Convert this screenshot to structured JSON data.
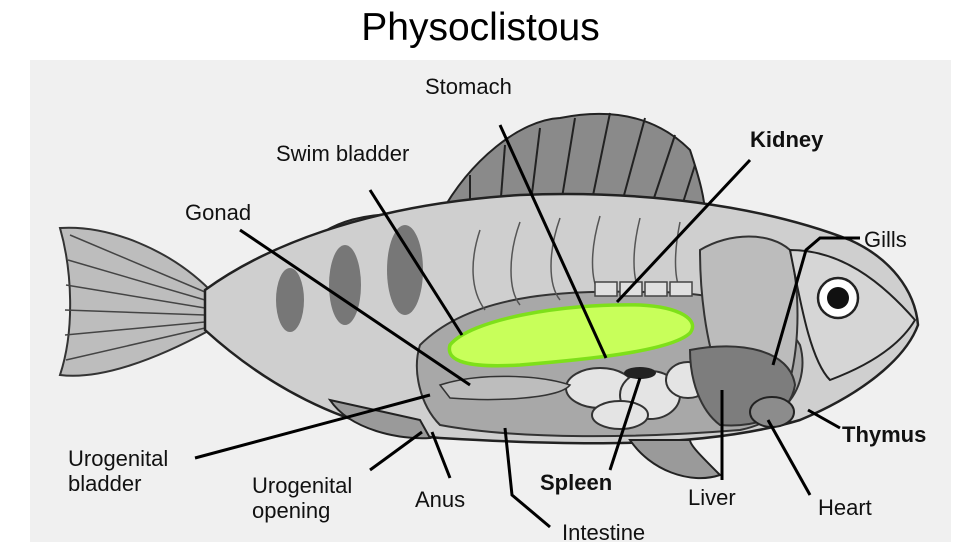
{
  "title": "Physoclistous",
  "labels": {
    "stomach": "Stomach",
    "swim_bladder": "Swim bladder",
    "kidney": "Kidney",
    "gonad": "Gonad",
    "gills": "Gills",
    "thymus": "Thymus",
    "urogenital_bladder_l1": "Urogenital",
    "urogenital_bladder_l2": "bladder",
    "urogenital_opening_l1": "Urogenital",
    "urogenital_opening_l2": "opening",
    "anus": "Anus",
    "spleen": "Spleen",
    "liver": "Liver",
    "heart": "Heart",
    "intestine": "Intestine"
  },
  "colors": {
    "swim_bladder_fill": "#c8ff5a",
    "swim_bladder_outline": "#7ee01a"
  }
}
